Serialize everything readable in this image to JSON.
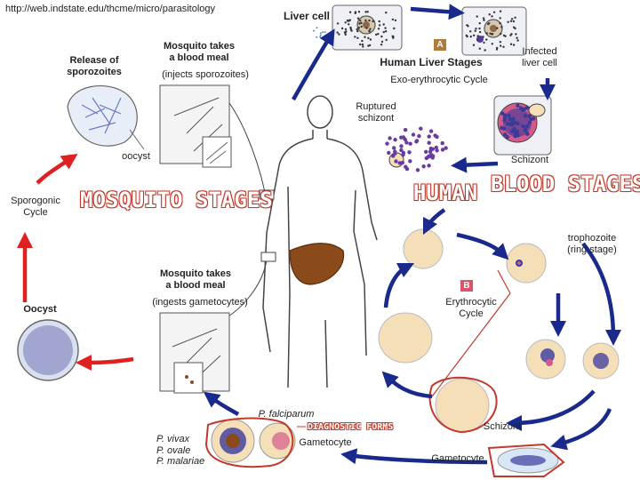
{
  "source_url": "http://web.indstate.edu/thcme/micro/parasitology",
  "labels": {
    "liver_cell": "Liver cell",
    "infected_liver_cell": "Infected\nliver cell",
    "human_liver_stages": "Human Liver Stages",
    "exo_cycle": "Exo-erythrocytic Cycle",
    "ruptured_schizont": "Ruptured\nschizont",
    "schizont_liver": "Schizont",
    "release_sporozoites": "Release of\nsporozoites",
    "mosquito_meal_1": "Mosquito takes\na blood meal",
    "mosquito_meal_1_note": "(injects sporozoites)",
    "oocyst_small": "oocyst",
    "sporogonic_cycle": "Sporogonic\nCycle",
    "mosquito_stages": "MOSQUITO\nSTAGES",
    "human_blood": "HUMAN",
    "blood_stages": "BLOOD\nSTAGES",
    "trophozoite": "trophozoite\n(ring stage)",
    "erythrocytic_cycle": "Erythrocytic\nCycle",
    "mosquito_meal_2": "Mosquito takes\na blood meal",
    "mosquito_meal_2_note": "(ingests gametocytes)",
    "oocyst": "Oocyst",
    "p_falciparum": "P. falciparum",
    "species_list": "P. vivax\nP. ovale\nP. malariae",
    "gametocyte_1": "Gametocyte",
    "gametocyte_2": "Gametocyte",
    "schizont_blood": "Schizont",
    "diagnostic_forms": "DIAGNOSTIC FORMS",
    "badge_a": "A",
    "badge_b": "B"
  },
  "colors": {
    "arrow_blue": "#1a2a8c",
    "arrow_red": "#e02020",
    "highlight_red": "#c0392b",
    "cell_fill": "#f5dfb8",
    "parasite_blue": "#3a3a9a",
    "parasite_pink": "#d45a8a",
    "liver_brown": "#8b4a1a",
    "badge_bg": "#d9536a",
    "badge_a_bg": "#b07a3a"
  }
}
